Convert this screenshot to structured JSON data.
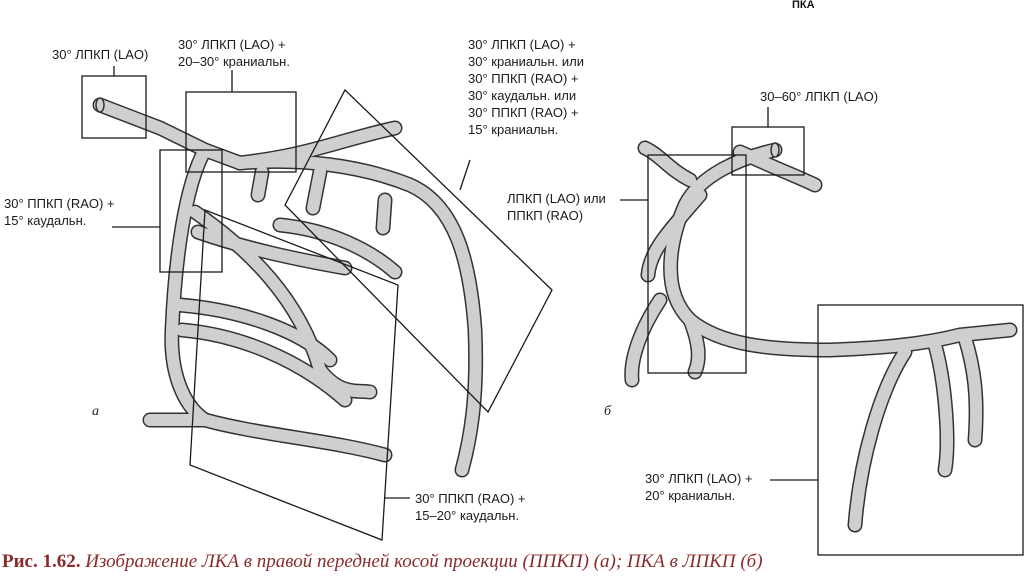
{
  "header": {
    "title": "ПКА"
  },
  "panels": {
    "a": "а",
    "b": "б"
  },
  "labels": {
    "lao30": "30° ЛПКП (LAO)",
    "lao30_cranial": "30° ЛПКП (LAO) +\n20–30° краниальн.",
    "multi": "30° ЛПКП (LAO) +\n30° краниальн. или\n30° ППКП (RAO) +\n30° каудальн. или\n30° ППКП (RAO) +\n15° краниальн.",
    "rao30_caudal15": "30° ППКП (RAO) +\n15° каудальн.",
    "lao_or_rao": "ЛПКП (LAO) или\nППКП (RAO)",
    "rao30_caudal": "30° ППКП (RAO) +\n15–20° каудальн.",
    "lao3060": "30–60° ЛПКП (LAO)",
    "lao30_cranial20": "30° ЛПКП (LAO) +\n20° краниальн."
  },
  "caption": {
    "number": "Рис. 1.62.",
    "text": "Изображение ЛКА в правой передней косой проекции (ППКП) (а); ПКА в ЛПКП (б)"
  }
}
